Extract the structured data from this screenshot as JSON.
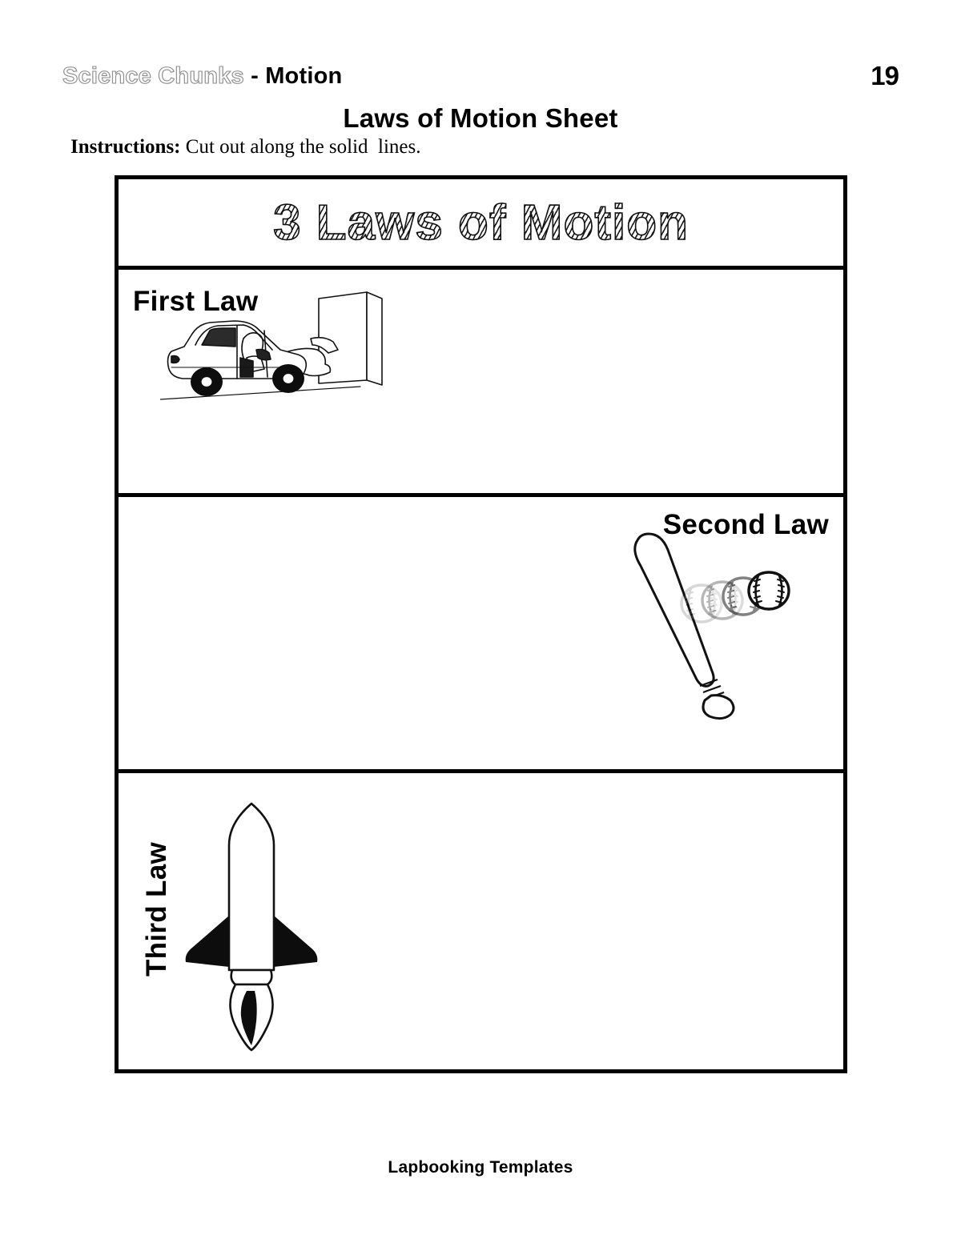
{
  "header": {
    "brand_light": "Science Chunks",
    "brand_dark": " - Motion",
    "page_number": "19"
  },
  "title": "Laws of Motion Sheet",
  "instructions": {
    "label": "Instructions:",
    "text": " Cut out along the solid  lines."
  },
  "foldable": {
    "banner": "3 Laws of Motion",
    "panels": [
      {
        "label": "First Law",
        "illustration": "car-crash-into-wall-illustration"
      },
      {
        "label": "Second Law",
        "illustration": "baseball-bat-hitting-ball-illustration"
      },
      {
        "label": "Third Law",
        "illustration": "rocket-launch-illustration"
      }
    ]
  },
  "footer": "Lapbooking Templates",
  "colors": {
    "ink": "#000000",
    "paper": "#ffffff",
    "brand_light_outline": "#8e8e8e"
  }
}
